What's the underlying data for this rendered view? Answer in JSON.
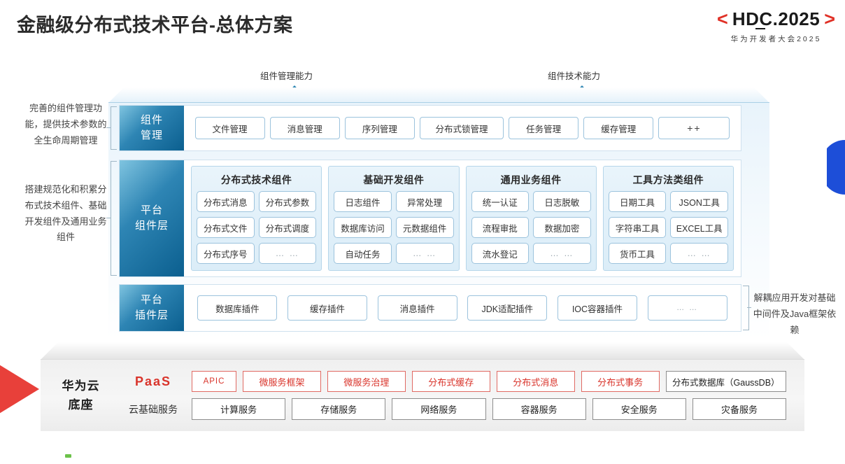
{
  "header": {
    "title": "金融级分布式技术平台-总体方案",
    "logo_left_bracket": "<",
    "logo_text": "HDC.2025",
    "logo_right_bracket": ">",
    "logo_subtitle": "华为开发者大会2025"
  },
  "arrows": {
    "left_label": "组件管理能力",
    "right_label": "组件技术能力"
  },
  "notes": {
    "left_top": "完善的组件管理功能，提供技术参数的全生命周期管理",
    "left_bottom": "搭建规范化和积累分布式技术组件、基础开发组件及通用业务组件",
    "right": "解耦应用开发对基础中间件及Java框架依赖"
  },
  "layers": {
    "management": {
      "label_line1": "组件",
      "label_line2": "管理",
      "items": [
        {
          "text": "文件管理",
          "type": "normal"
        },
        {
          "text": "消息管理",
          "type": "normal"
        },
        {
          "text": "序列管理",
          "type": "normal"
        },
        {
          "text": "分布式锁管理",
          "type": "wide"
        },
        {
          "text": "任务管理",
          "type": "normal"
        },
        {
          "text": "缓存管理",
          "type": "normal"
        },
        {
          "text": "++",
          "type": "plus"
        }
      ]
    },
    "platform": {
      "label_line1": "平台",
      "label_line2": "组件层",
      "groups": [
        {
          "title": "分布式技术组件",
          "items": [
            "分布式消息",
            "分布式参数",
            "分布式文件",
            "分布式调度",
            "分布式序号",
            "… …"
          ]
        },
        {
          "title": "基础开发组件",
          "items": [
            "日志组件",
            "异常处理",
            "数据库访问",
            "元数据组件",
            "自动任务",
            "… …"
          ]
        },
        {
          "title": "通用业务组件",
          "items": [
            "统一认证",
            "日志脱敏",
            "流程审批",
            "数据加密",
            "流水登记",
            "… …"
          ]
        },
        {
          "title": "工具方法类组件",
          "items": [
            "日期工具",
            "JSON工具",
            "字符串工具",
            "EXCEL工具",
            "货币工具",
            "… …"
          ]
        }
      ]
    },
    "plugin": {
      "label_line1": "平台",
      "label_line2": "插件层",
      "items": [
        "数据库插件",
        "缓存插件",
        "消息插件",
        "JDK适配插件",
        "IOC容器插件",
        "… …"
      ]
    }
  },
  "base": {
    "title_line1": "华为云",
    "title_line2": "底座",
    "paas_label": "PaaS",
    "paas_items": [
      {
        "text": "APIC",
        "style": "apic"
      },
      {
        "text": "微服务框架",
        "style": "red"
      },
      {
        "text": "微服务治理",
        "style": "red"
      },
      {
        "text": "分布式缓存",
        "style": "red"
      },
      {
        "text": "分布式消息",
        "style": "red"
      },
      {
        "text": "分布式事务",
        "style": "red"
      },
      {
        "text": "分布式数据库（GaussDB）",
        "style": "neutral"
      }
    ],
    "basic_label": "云基础服务",
    "basic_items": [
      "计算服务",
      "存储服务",
      "网络服务",
      "容器服务",
      "安全服务",
      "灾备服务"
    ]
  },
  "colors": {
    "brand_red": "#d9342b",
    "brand_blue": "#0b5f8f",
    "accent_blue": "#1d4ed8"
  }
}
